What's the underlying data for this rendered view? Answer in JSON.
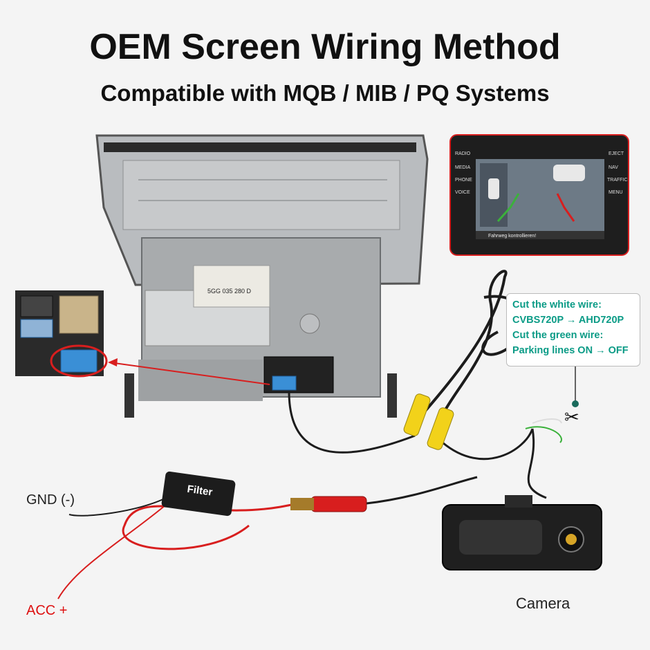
{
  "title": "OEM Screen Wiring Method",
  "subtitle": "Compatible with MQB / MIB / PQ Systems",
  "note": {
    "line1": "Cut the white wire:",
    "line2": "CVBS720P → AHD720P",
    "line3": "Cut the green wire:",
    "line4": "Parking lines ON → OFF"
  },
  "labels": {
    "gnd": "GND (-)",
    "acc": "ACC +",
    "camera": "Camera",
    "filter": "Filter"
  },
  "screen": {
    "left_buttons": [
      "RADIO",
      "MEDIA",
      "PHONE",
      "VOICE"
    ],
    "right_buttons": [
      "EJECT",
      "NAV",
      "TRAFFIC",
      "MENU"
    ],
    "warning": "Fahrweg kontrollieren!"
  },
  "unit_label": "5GG 035 280 D",
  "colors": {
    "accent_red": "#d81e1e",
    "note_text": "#0a9b86",
    "connector_blue": "#3a8fd6",
    "rca_yellow": "#f2d21a"
  }
}
